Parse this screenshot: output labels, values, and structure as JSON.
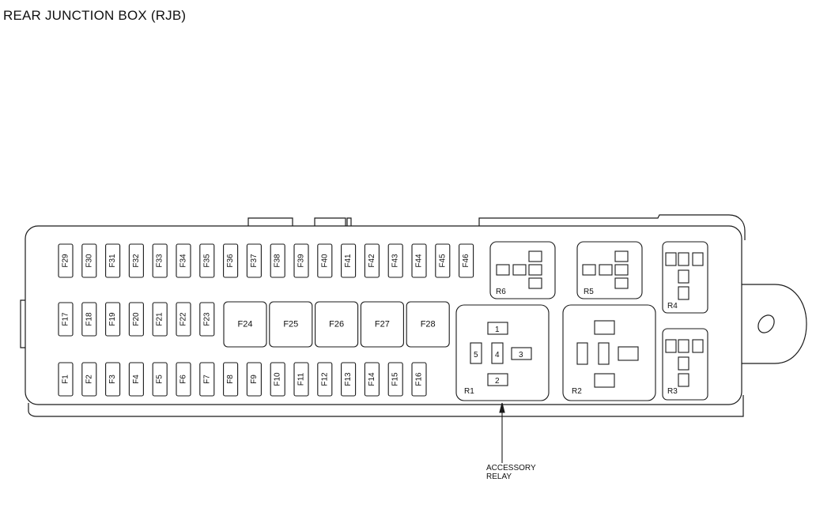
{
  "title": "REAR JUNCTION BOX (RJB)",
  "fuses_top": [
    "F29",
    "F30",
    "F31",
    "F32",
    "F33",
    "F34",
    "F35",
    "F36",
    "F37",
    "F38",
    "F39",
    "F40",
    "F41",
    "F42",
    "F43",
    "F44",
    "F45",
    "F46"
  ],
  "fuses_mid": [
    "F17",
    "F18",
    "F19",
    "F20",
    "F21",
    "F22",
    "F23"
  ],
  "fuses_big": [
    "F24",
    "F25",
    "F26",
    "F27",
    "F28"
  ],
  "fuses_bot": [
    "F1",
    "F2",
    "F3",
    "F4",
    "F5",
    "F6",
    "F7",
    "F8",
    "F9",
    "F10",
    "F11",
    "F12",
    "F13",
    "F14",
    "F15",
    "F16"
  ],
  "relays": {
    "r1": {
      "label": "R1",
      "pins": [
        "1",
        "2",
        "3",
        "4",
        "5"
      ]
    },
    "r2": {
      "label": "R2"
    },
    "r3": {
      "label": "R3"
    },
    "r4": {
      "label": "R4"
    },
    "r5": {
      "label": "R5"
    },
    "r6": {
      "label": "R6"
    }
  },
  "callout": {
    "line1": "ACCESSORY",
    "line2": "RELAY"
  },
  "colors": {
    "stroke": "#1a1a1a",
    "background": "#ffffff"
  }
}
